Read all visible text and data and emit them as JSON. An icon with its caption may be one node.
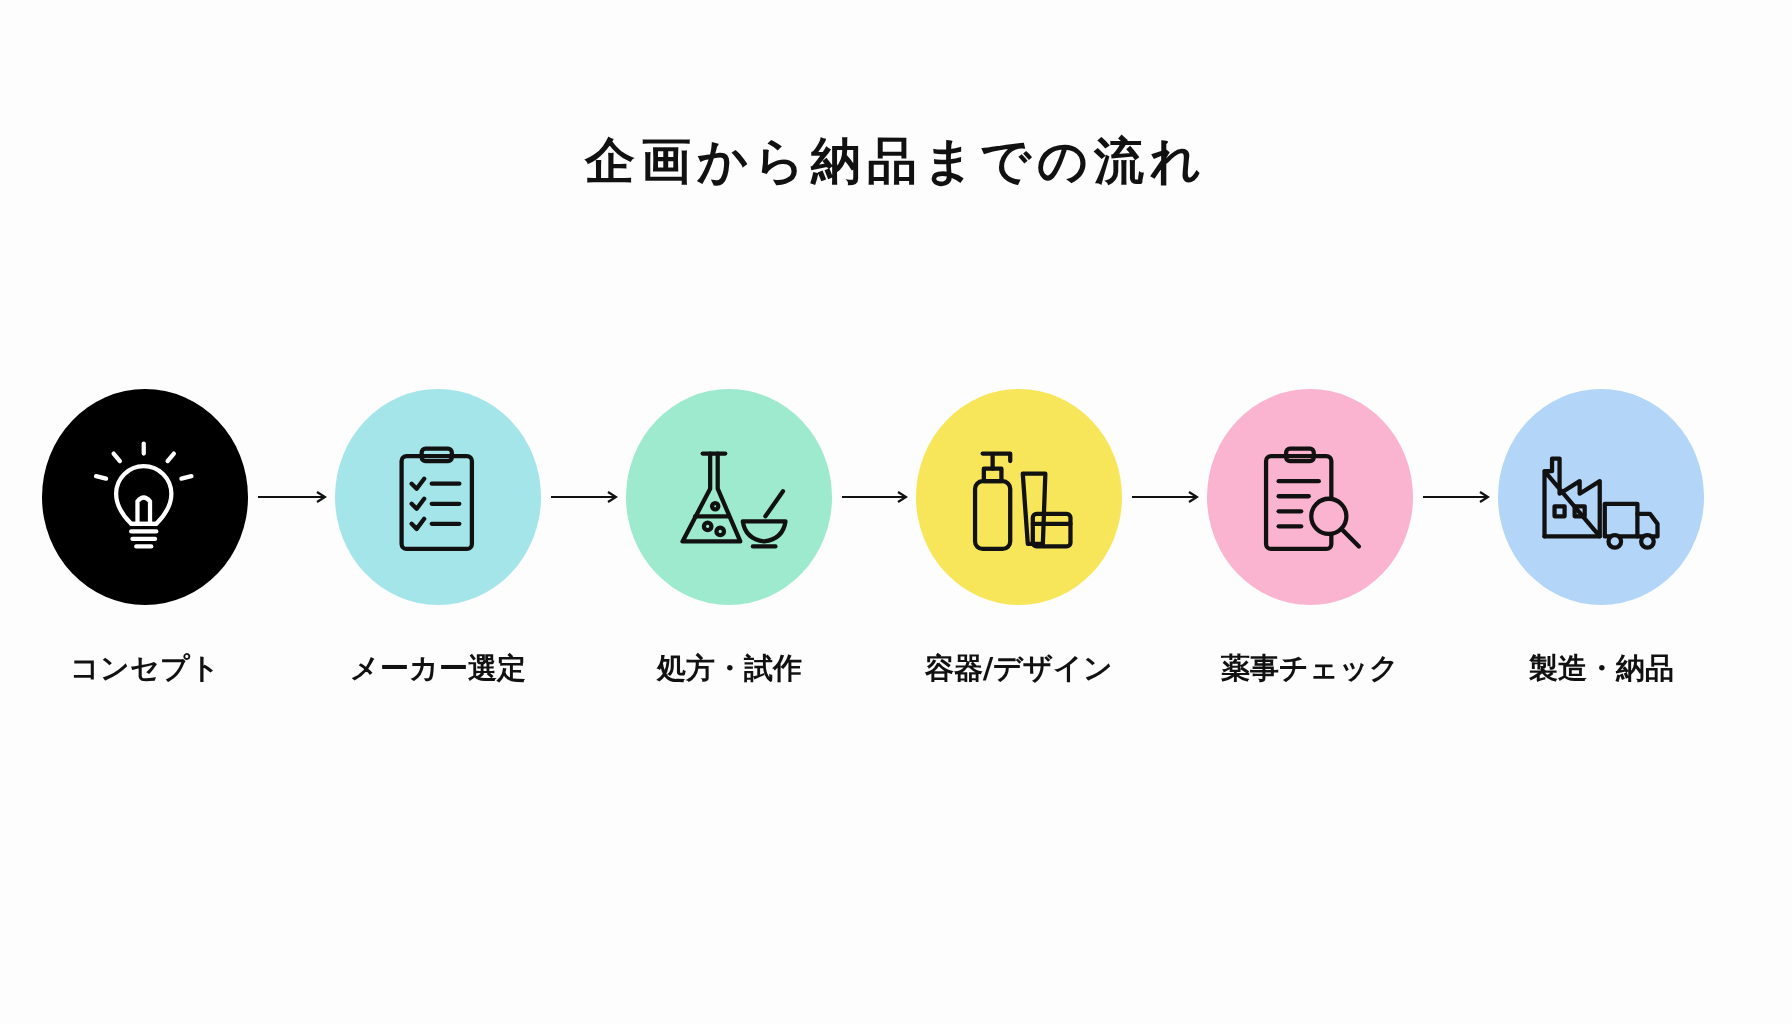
{
  "diagram": {
    "title": "企画から納品までの流れ",
    "nodes": [
      {
        "text": [
          "コンセプト"
        ]
      },
      {
        "text": [
          "メーカー選定"
        ]
      },
      {
        "text": [
          "処方・試作"
        ]
      },
      {
        "text": [
          "容器/デザイン"
        ]
      },
      {
        "text": [
          "薬事チェック"
        ]
      },
      {
        "text": [
          "製造・納品"
        ]
      }
    ],
    "edges": [
      {
        "from": 0,
        "to": 1,
        "arrow": "to"
      },
      {
        "from": 1,
        "to": 2,
        "arrow": "to"
      },
      {
        "from": 2,
        "to": 3,
        "arrow": "to"
      },
      {
        "from": 3,
        "to": 4,
        "arrow": "to"
      },
      {
        "from": 4,
        "to": 5,
        "arrow": "to"
      }
    ]
  }
}
